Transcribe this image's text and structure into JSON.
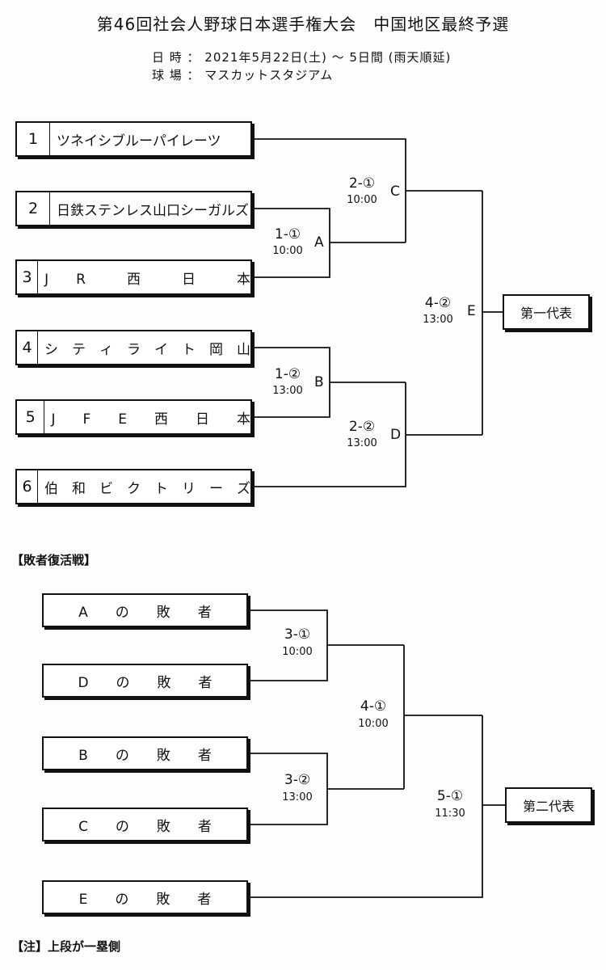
{
  "title": "第46回社会人野球日本選手権大会　中国地区最終予選",
  "info": {
    "date_line": "日 時 ： 2021年5月22日(土) ～ 5日間 (雨天順延)",
    "venue_line": "球 場 ： マスカットスタジアム"
  },
  "teams": [
    {
      "num": "1",
      "name": "ツネイシブルーパイレーツ"
    },
    {
      "num": "2",
      "name": "日鉄ステンレス山口シーガルズ"
    },
    {
      "num": "3",
      "name": "J　　R　　　西　　　日　　　本"
    },
    {
      "num": "4",
      "name": "シ　テ　ィ　ラ　イ　ト　岡　山"
    },
    {
      "num": "5",
      "name": "J　　F　　E　　西　　日　　本"
    },
    {
      "num": "6",
      "name": "伯　和　ビ　ク　ト　リ　ー　ズ"
    }
  ],
  "main_matches": [
    {
      "num": "1-①",
      "time": "10:00",
      "letter": "A"
    },
    {
      "num": "1-②",
      "time": "13:00",
      "letter": "B"
    },
    {
      "num": "2-①",
      "time": "10:00",
      "letter": "C"
    },
    {
      "num": "2-②",
      "time": "13:00",
      "letter": "D"
    },
    {
      "num": "4-②",
      "time": "13:00",
      "letter": "E"
    }
  ],
  "rep1": "第一代表",
  "rep2": "第二代表",
  "consolation": {
    "heading": "【敗者復活戦】",
    "entries": [
      "A　　の　　敗　　者",
      "D　　の　　敗　　者",
      "B　　の　　敗　　者",
      "C　　の　　敗　　者",
      "E　　の　　敗　　者"
    ],
    "matches": [
      {
        "num": "3-①",
        "time": "10:00"
      },
      {
        "num": "3-②",
        "time": "13:00"
      },
      {
        "num": "4-①",
        "time": "10:00"
      },
      {
        "num": "5-①",
        "time": "11:30"
      }
    ]
  },
  "note": "【注】上段が一塁側"
}
